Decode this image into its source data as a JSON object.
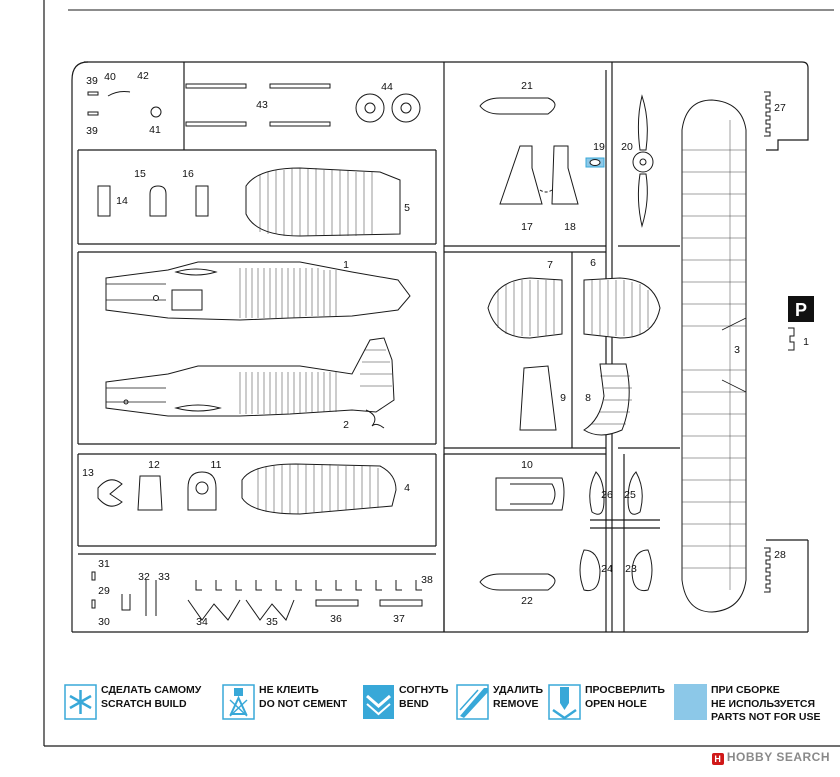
{
  "sprue_letter": "P",
  "part_numbers": {
    "p1": "1",
    "p2": "2",
    "p3": "3",
    "p4": "4",
    "p5": "5",
    "p6": "6",
    "p7": "7",
    "p8": "8",
    "p9": "9",
    "p10": "10",
    "p11": "11",
    "p12": "12",
    "p13": "13",
    "p14": "14",
    "p15": "15",
    "p16": "16",
    "p17": "17",
    "p18": "18",
    "p19": "19",
    "p20": "20",
    "p21": "21",
    "p22": "22",
    "p23": "23",
    "p24": "24",
    "p25": "25",
    "p26": "26",
    "p27": "27",
    "p28": "28",
    "p29": "29",
    "p30": "30",
    "p31": "31",
    "p32": "32",
    "p33": "33",
    "p34": "34",
    "p35": "35",
    "p36": "36",
    "p37": "37",
    "p38": "38",
    "p39a": "39",
    "p39b": "39",
    "p40": "40",
    "p41": "41",
    "p42": "42",
    "p43": "43",
    "p44": "44",
    "side1": "1"
  },
  "legend": {
    "scratch": {
      "ru": "СДЕЛАТЬ САМОМУ",
      "en": "SCRATCH BUILD"
    },
    "nocement": {
      "ru": "НЕ КЛЕИТЬ",
      "en": "DO NOT CEMENT"
    },
    "bend": {
      "ru": "СОГНУТЬ",
      "en": "BEND"
    },
    "remove": {
      "ru": "УДАЛИТЬ",
      "en": "REMOVE"
    },
    "drill": {
      "ru": "ПРОСВЕРЛИТЬ",
      "en": "OPEN HOLE"
    },
    "notuse": {
      "ru1": "ПРИ СБОРКЕ",
      "ru2": "НЕ ИСПОЛЬЗУЕТСЯ",
      "en": "PARTS NOT FOR USE"
    }
  },
  "colors": {
    "accent": "#38a8d8",
    "fill": "#8cc8e8",
    "ink": "#1a1a1a"
  },
  "watermark": "HOBBY SEARCH"
}
